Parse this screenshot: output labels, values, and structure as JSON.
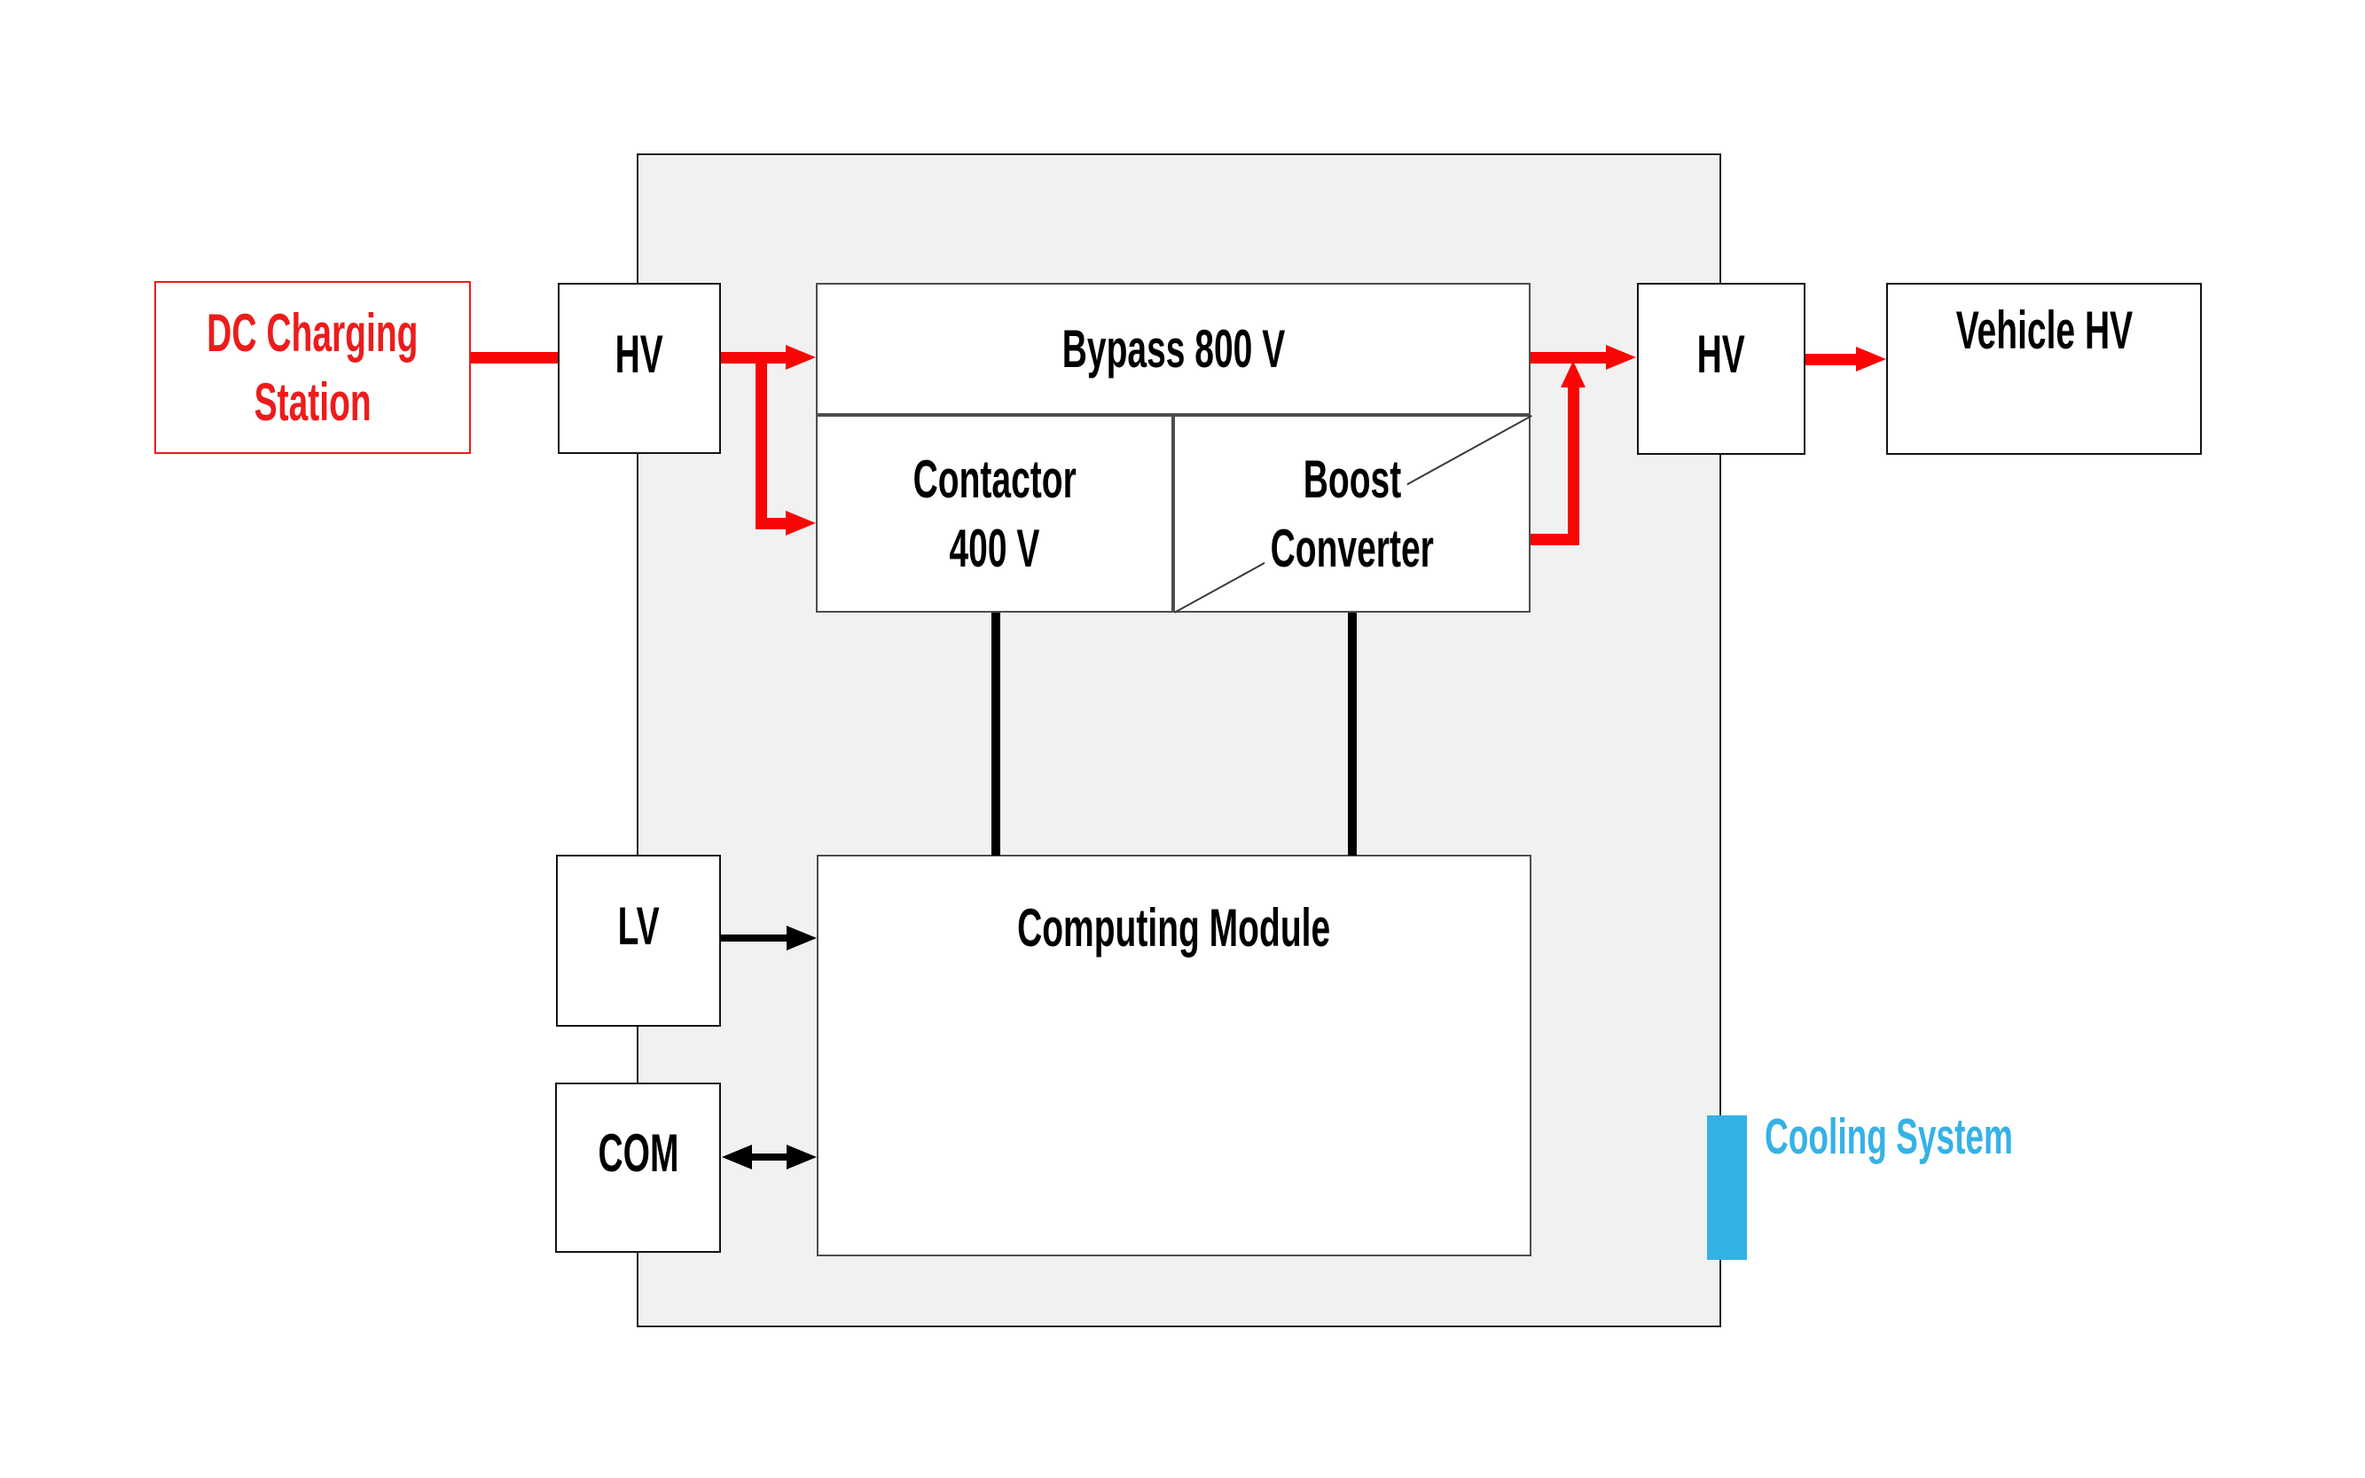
{
  "boxes": {
    "dc_station": {
      "line1": "DC Charging",
      "line2": "Station"
    },
    "hv_inlet": {
      "label": "HV"
    },
    "bypass": {
      "label": "Bypass 800 V"
    },
    "contactor": {
      "line1": "Contactor",
      "line2": "400 V"
    },
    "boost_converter": {
      "line1": "Boost",
      "line2": "Converter"
    },
    "hv_outlet": {
      "label": "HV"
    },
    "vehicle_hv": {
      "label": "Vehicle HV"
    },
    "lv": {
      "label": "LV"
    },
    "com": {
      "label": "COM"
    },
    "computing_module": {
      "label": "Computing Module"
    },
    "cooling_system": {
      "label": "Cooling System"
    }
  },
  "colors": {
    "power_flow_red": "#fa0505",
    "dc_station_red": "#ed1c1c",
    "cooling_blue": "#35b2e5",
    "enclosure_fill": "#f1f1f1",
    "control_black": "#000000"
  },
  "edges": [
    {
      "from": "dc_station",
      "to": "hv_inlet",
      "type": "hv-power"
    },
    {
      "from": "hv_inlet",
      "to": "bypass",
      "type": "hv-power"
    },
    {
      "from": "hv_inlet",
      "to": "contactor",
      "type": "hv-power"
    },
    {
      "from": "bypass",
      "to": "hv_outlet",
      "type": "hv-power"
    },
    {
      "from": "boost_converter",
      "to": "hv_outlet",
      "type": "hv-power"
    },
    {
      "from": "hv_outlet",
      "to": "vehicle_hv",
      "type": "hv-power"
    },
    {
      "from": "contactor",
      "to": "computing_module",
      "type": "control"
    },
    {
      "from": "boost_converter",
      "to": "computing_module",
      "type": "control"
    },
    {
      "from": "lv",
      "to": "computing_module",
      "type": "lv-power"
    },
    {
      "from": "com",
      "to": "computing_module",
      "type": "communication",
      "bidirectional": true
    }
  ]
}
